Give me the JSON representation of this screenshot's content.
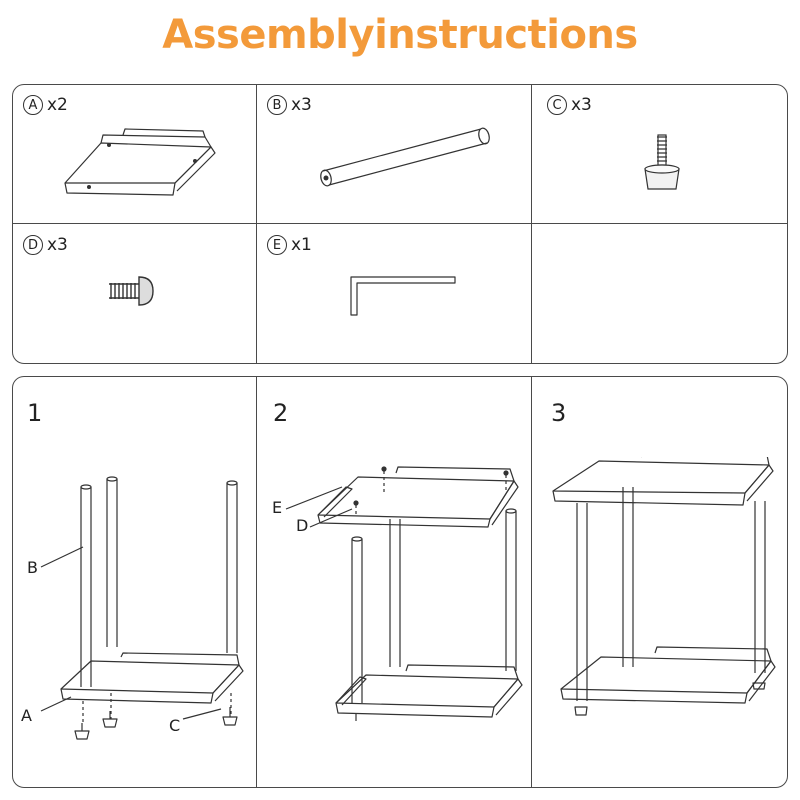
{
  "title": "Assemblyinstructions",
  "parts": [
    {
      "letter": "A",
      "qty": "x2"
    },
    {
      "letter": "B",
      "qty": "x3"
    },
    {
      "letter": "C",
      "qty": "x3"
    },
    {
      "letter": "D",
      "qty": "x3"
    },
    {
      "letter": "E",
      "qty": "x1"
    }
  ],
  "steps": [
    {
      "number": "1",
      "callouts": {
        "b": "B",
        "a": "A",
        "c": "C"
      }
    },
    {
      "number": "2",
      "callouts": {
        "e": "E",
        "d": "D"
      }
    },
    {
      "number": "3"
    }
  ],
  "colors": {
    "title": "#f39a3a",
    "line": "#4a4a4a"
  }
}
